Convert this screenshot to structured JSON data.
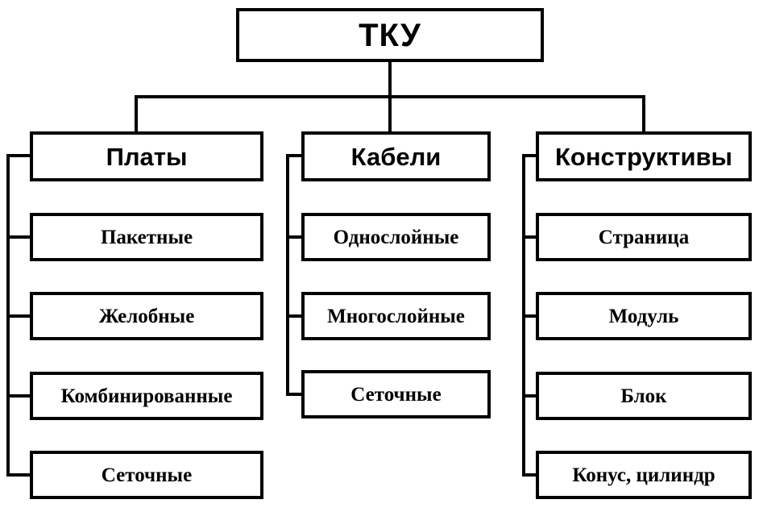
{
  "root": {
    "label": "ТКУ"
  },
  "columns": [
    {
      "title": "Платы",
      "items": [
        "Пакетные",
        "Желобные",
        "Комбинированные",
        "Сеточные"
      ]
    },
    {
      "title": "Кабели",
      "items": [
        "Однослойные",
        "Многослойные",
        "Сеточные"
      ]
    },
    {
      "title": "Конструктивы",
      "items": [
        "Страница",
        "Модуль",
        "Блок",
        "Конус, цилиндр"
      ]
    }
  ],
  "colors": {
    "stroke": "#000000",
    "fill": "#ffffff"
  }
}
